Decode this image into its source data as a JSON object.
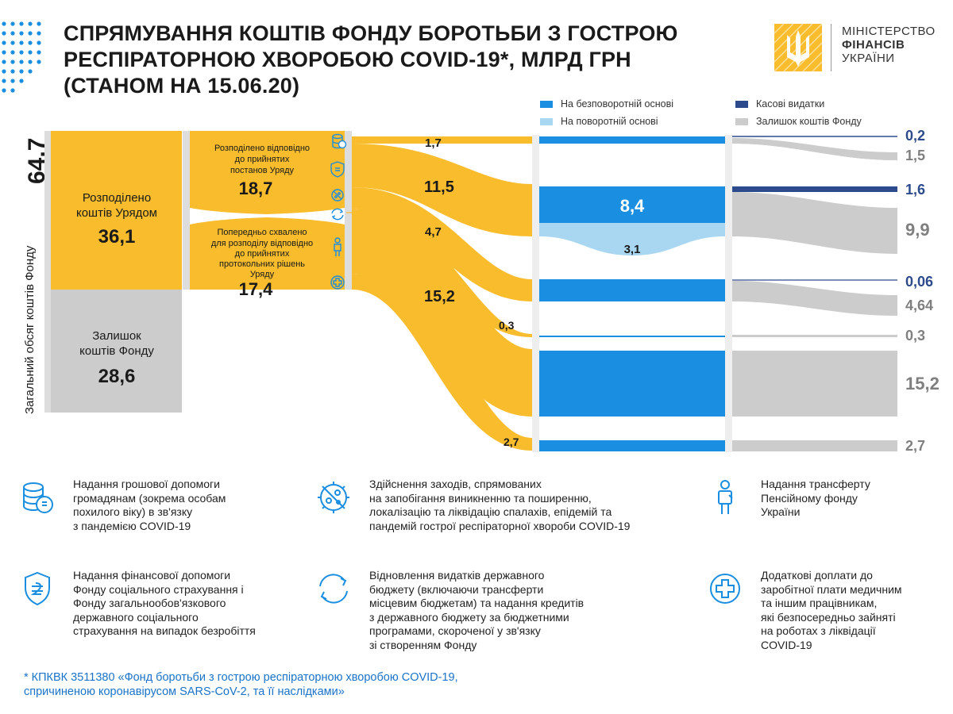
{
  "title": {
    "line1": "СПРЯМУВАННЯ КОШТІВ ФОНДУ БОРОТЬБИ З ГОСТРОЮ",
    "line2": "РЕСПІРАТОРНОЮ ХВОРОБОЮ COVID-19*, МЛРД ГРН",
    "line3": "(СТАНОМ НА 15.06.20)"
  },
  "ministry": {
    "line1": "МІНІСТЕРСТВО",
    "line2": "ФІНАНСІВ",
    "line3": "УКРАЇНИ"
  },
  "legend": [
    {
      "label": "На безповоротній основі",
      "color": "#1a8ee0"
    },
    {
      "label": "На поворотній основі",
      "color": "#a9d7f2"
    },
    {
      "label": "Касові видатки",
      "color": "#2c4a8c"
    },
    {
      "label": "Залишок коштів Фонду",
      "color": "#cccccc"
    }
  ],
  "colors": {
    "yellow": "#f9bc2c",
    "blue": "#1a8ee0",
    "lightblue": "#a9d7f2",
    "navy": "#2c4a8c",
    "gray": "#cccccc",
    "darkgray": "#7f7f7f"
  },
  "chart_data": {
    "type": "sankey",
    "total": {
      "label": "Загальний обсяг коштів Фонду",
      "value": "64,7"
    },
    "level1": [
      {
        "label": "Розподілено коштів Урядом",
        "value": "36,1"
      },
      {
        "label": "Залишок коштів Фонду",
        "value": "28,6"
      }
    ],
    "level2": [
      {
        "label": "Розподілено відповідно до прийнятих постанов Уряду",
        "value": "18,7"
      },
      {
        "label": "Попередньо схвалено для розподілу відповідно до прийнятих протокольних рішень Уряду",
        "value": "17,4"
      }
    ],
    "flows": [
      {
        "icon": "coins-icon",
        "value": "1,7",
        "nonrepayable": "",
        "repayable": "",
        "cash": "0,2",
        "remainder": "1,5"
      },
      {
        "icon": "shield-icon",
        "value": "11,5",
        "nonrepayable": "8,4",
        "repayable": "3,1",
        "cash": "1,6",
        "remainder": "9,9"
      },
      {
        "icon": "virus-icon",
        "value": "4,7",
        "nonrepayable": "",
        "repayable": "",
        "cash": "0,06",
        "remainder": "4,64"
      },
      {
        "icon": "refresh-icon",
        "value": "0,3",
        "nonrepayable": "",
        "repayable": "",
        "cash": "",
        "remainder": "0,3"
      },
      {
        "icon": "person-icon",
        "value": "15,2",
        "nonrepayable": "",
        "repayable": "",
        "cash": "",
        "remainder": "15,2"
      },
      {
        "icon": "medical-cross-icon",
        "value": "2,7",
        "nonrepayable": "",
        "repayable": "",
        "cash": "",
        "remainder": "2,7"
      }
    ]
  },
  "descriptions": [
    {
      "icon": "coins-icon",
      "lines": [
        "Надання грошової допомоги",
        "громадянам (зокрема особам",
        "похилого віку) в зв'язку",
        "з пандемією COVID-19"
      ]
    },
    {
      "icon": "virus-icon",
      "lines": [
        "Здійснення заходів, спрямованих",
        "на запобігання виникненню та поширенню,",
        "локалізацію та ліквідацію спалахів, епідемій та",
        "пандемій гострої респіраторної хвороби COVID-19"
      ]
    },
    {
      "icon": "person-icon",
      "lines": [
        "Надання трансферту",
        "Пенсійному фонду",
        "України"
      ]
    },
    {
      "icon": "shield-icon",
      "lines": [
        "Надання фінансової допомоги",
        "Фонду соціального страхування і",
        "Фонду загальнообов'язкового",
        "державного соціального",
        "страхування на випадок безробіття"
      ]
    },
    {
      "icon": "refresh-icon",
      "lines": [
        "Відновлення видатків державного",
        "бюджету (включаючи трансферти",
        "місцевим бюджетам) та надання кредитів",
        "з державного бюджету за бюджетними",
        "програмами, скороченої у зв'язку",
        "зі створенням Фонду"
      ]
    },
    {
      "icon": "medical-cross-icon",
      "lines": [
        "Додаткові доплати до",
        "заробітної плати медичним",
        "та іншим працівникам,",
        "які безпосередньо зайняті",
        "на роботах з ліквідації",
        "COVID-19"
      ]
    }
  ],
  "footnote": {
    "line1": "* КПКВК 3511380 «Фонд боротьби з гострою респіраторною хворобою COVID-19,",
    "line2": "спричиненою коронавірусом SARS-CoV-2, та її наслідками»"
  }
}
